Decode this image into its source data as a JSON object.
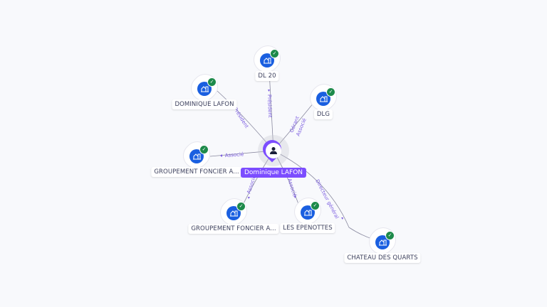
{
  "center": {
    "label": "Dominique LAFON",
    "icon": "person-icon"
  },
  "nodes": [
    {
      "label": "DL 20",
      "relation": "Président"
    },
    {
      "label": "DOMINIQUE LAFON",
      "relation": "Président"
    },
    {
      "label": "DLG",
      "relation": "Gérant",
      "relation2": "Associé"
    },
    {
      "label": "GROUPEMENT FONCIER A...",
      "relation": "Associé"
    },
    {
      "label": "GROUPEMENT FONCIER A...",
      "relation": "Associé"
    },
    {
      "label": "LES EPENOTTES",
      "relation": "Associé"
    },
    {
      "label": "CHATEAU DES QUARTS",
      "relation": "Directeur général"
    }
  ],
  "colors": {
    "accent": "#7c4dff",
    "company": "#1a5fe0",
    "verified": "#1d8a4a"
  }
}
